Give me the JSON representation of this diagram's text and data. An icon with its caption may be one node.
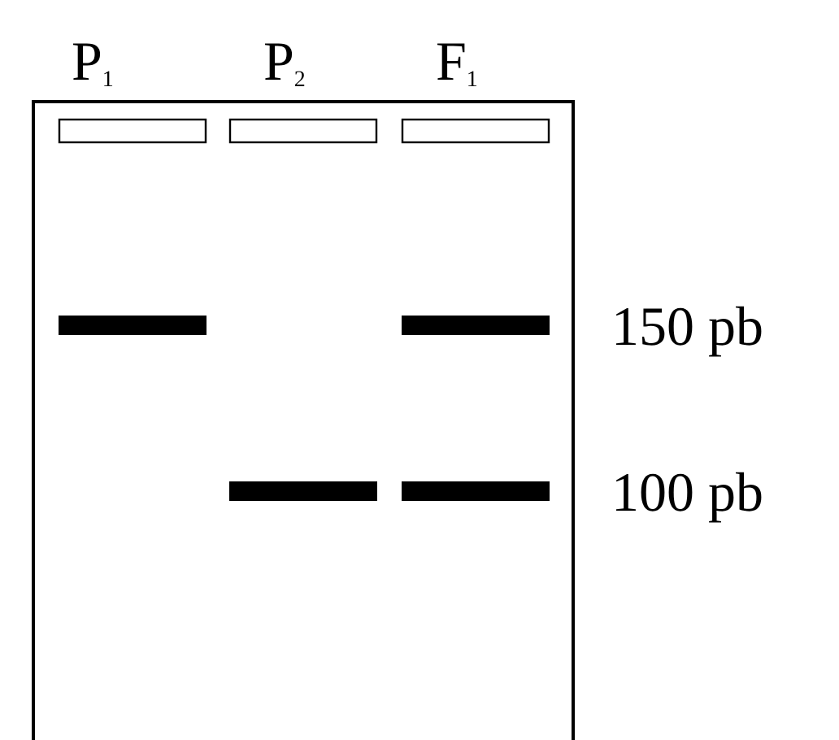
{
  "diagram": {
    "labels": [
      "P$_{1}$",
      "P$_{2}$",
      "F$_{1}$",
      "150 pb",
      "100 pb"
    ]
  }
}
